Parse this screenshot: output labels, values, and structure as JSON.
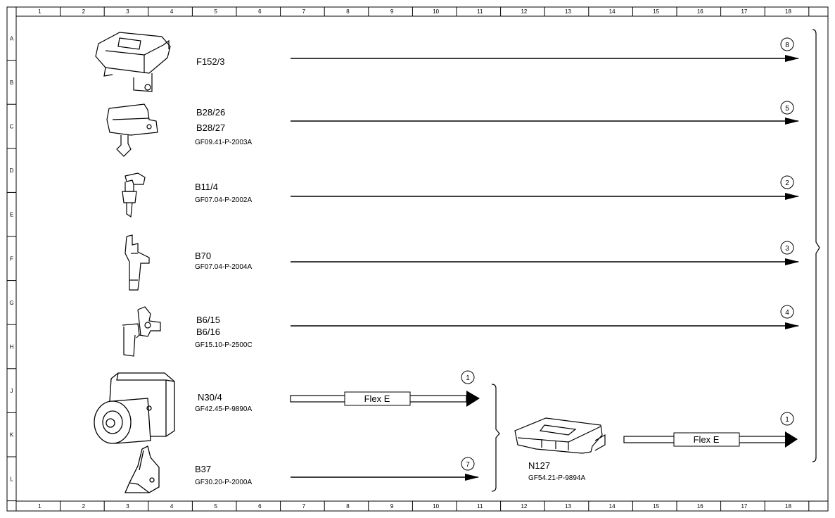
{
  "grid": {
    "columns": [
      "1",
      "2",
      "3",
      "4",
      "5",
      "6",
      "7",
      "8",
      "9",
      "10",
      "11",
      "12",
      "13",
      "14",
      "15",
      "16",
      "17",
      "18"
    ],
    "rows": [
      "A",
      "B",
      "C",
      "D",
      "E",
      "F",
      "G",
      "H",
      "J",
      "K",
      "L"
    ]
  },
  "components": [
    {
      "label": "F152/3",
      "ref": "",
      "arrow_number": "8",
      "icon": "control-unit-module-icon"
    },
    {
      "label": "B28/26",
      "label2": "B28/27",
      "ref": "GF09.41-P-2003A",
      "arrow_number": "5",
      "icon": "pressure-sensor-icon"
    },
    {
      "label": "B11/4",
      "ref": "GF07.04-P-2002A",
      "arrow_number": "2",
      "icon": "temperature-sensor-icon"
    },
    {
      "label": "B70",
      "ref": "GF07.04-P-2004A",
      "arrow_number": "3",
      "icon": "crankshaft-sensor-icon"
    },
    {
      "label": "B6/15",
      "label2": "B6/16",
      "ref": "GF15.10-P-2500C",
      "arrow_number": "4",
      "icon": "camshaft-sensor-icon"
    },
    {
      "label": "N30/4",
      "ref": "GF42.45-P-9890A",
      "arrow_number": "1",
      "bus": "Flex E",
      "icon": "abs-unit-icon"
    },
    {
      "label": "B37",
      "ref": "GF30.20-P-2000A",
      "arrow_number": "7",
      "icon": "accelerator-pedal-sensor-icon"
    }
  ],
  "gateway": {
    "label": "N127",
    "ref": "GF54.21-P-9894A",
    "arrow_number": "1",
    "bus": "Flex E",
    "icon": "powertrain-control-unit-icon"
  }
}
